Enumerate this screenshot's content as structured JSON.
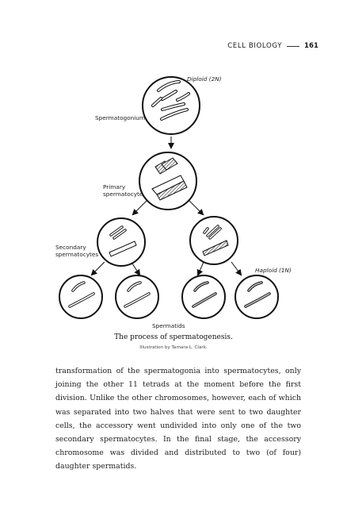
{
  "running_head": {
    "section": "CELL BIOLOGY",
    "page_number": "161"
  },
  "figure": {
    "labels": {
      "diploid": "Diploid (2N)",
      "spermatogonium": "Spermatogonium",
      "primary_line1": "Primary",
      "primary_line2": "spermatocyte",
      "secondary_line1": "Secondary",
      "secondary_line2": "spermatocytes",
      "haploid": "Haploid (1N)",
      "spermatids": "Spermatids"
    },
    "caption": "The process of spermatogenesis.",
    "credit": "Illustration by Tamara L. Clark."
  },
  "body": {
    "text": "transformation of the spermatogonia into spermatocytes, only joining the other 11 tetrads at the moment before the first division. Unlike the other chromosomes, however, each of which was separated into two halves that were sent to two daughter cells, the accessory went undivided into only one of the two secondary spermatocytes. In the final stage, the accessory chromosome was divided and distributed to two (of four) daughter spermatids."
  }
}
